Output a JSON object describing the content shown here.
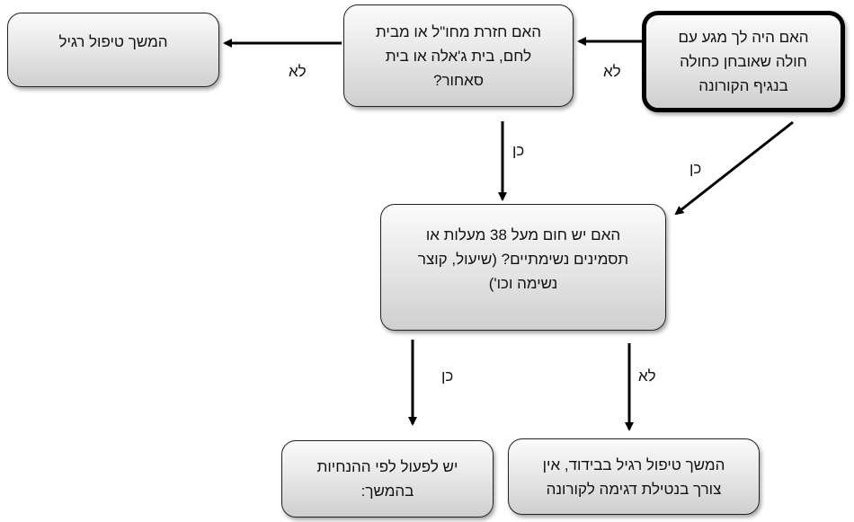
{
  "nodes": {
    "contact_question": {
      "lines": [
        "האם היה לך מגע עם",
        "חולה שאובחן כחולה",
        "בנגיף הקורונה"
      ]
    },
    "travel_question": {
      "lines": [
        "האם חזרת מחו\"ל או מבית",
        "לחם, בית ג'אלה או בית",
        "סאחור?"
      ]
    },
    "continue_regular": {
      "lines": [
        "המשך טיפול רגיל"
      ]
    },
    "symptoms_question": {
      "lines": [
        "האם יש חום מעל 38 מעלות או",
        "תסמינים נשימתיים? (שיעול, קוצר",
        "נשימה וכו')"
      ]
    },
    "follow_guidelines": {
      "lines": [
        "יש לפעול לפי ההנחיות",
        "בהמשך:"
      ]
    },
    "isolation": {
      "lines": [
        "המשך טיפול רגיל בבידוד, אין",
        "צורך בנטילת דגימה לקורונה"
      ]
    }
  },
  "edge_labels": {
    "contact_no": "לא",
    "travel_no": "לא",
    "travel_yes": "כן",
    "contact_yes": "כן",
    "symptoms_yes": "כן",
    "symptoms_no": "לא"
  }
}
